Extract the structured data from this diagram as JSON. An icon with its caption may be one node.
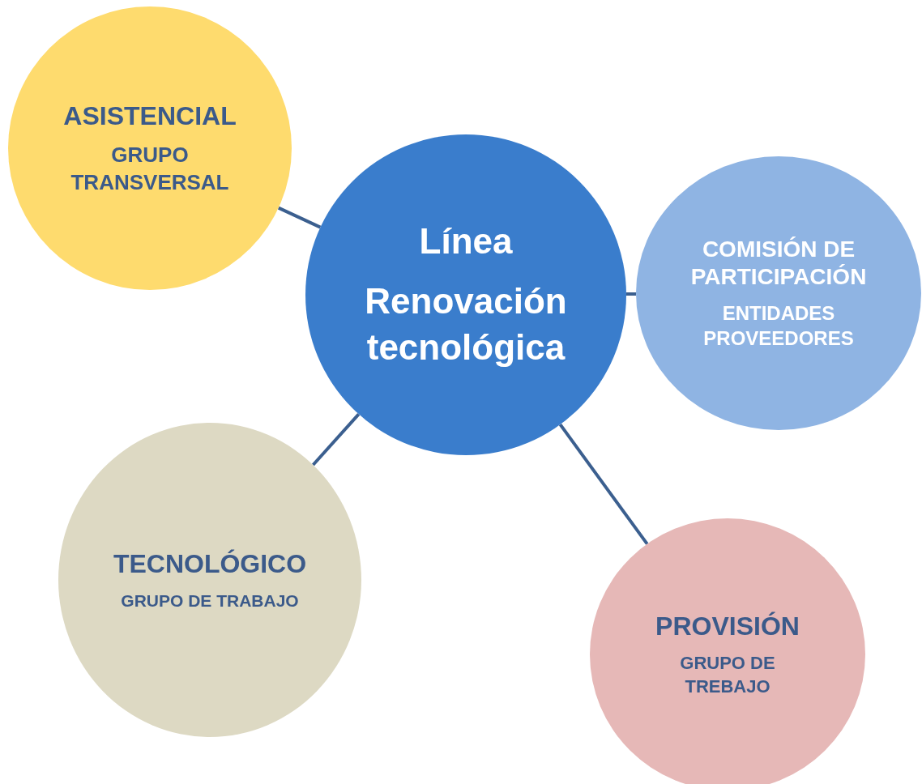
{
  "diagram": {
    "nodes": [
      {
        "text": [
          "Línea",
          "Renovación tecnológica"
        ]
      },
      {
        "text": [
          "ASISTENCIAL",
          "GRUPO TRANSVERSAL"
        ]
      },
      {
        "text": [
          "COMISIÓN DE PARTICIPACIÓN",
          "ENTIDADES PROVEEDORES"
        ]
      },
      {
        "text": [
          "TECNOLÓGICO",
          "GRUPO DE TRABAJO"
        ]
      },
      {
        "text": [
          "PROVISIÓN",
          "GRUPO DE TREBAJO"
        ]
      }
    ],
    "edges": [
      {
        "from": 0,
        "to": 1,
        "arrow": "none"
      },
      {
        "from": 0,
        "to": 2,
        "arrow": "none"
      },
      {
        "from": 0,
        "to": 3,
        "arrow": "none"
      },
      {
        "from": 0,
        "to": 4,
        "arrow": "none"
      }
    ]
  }
}
